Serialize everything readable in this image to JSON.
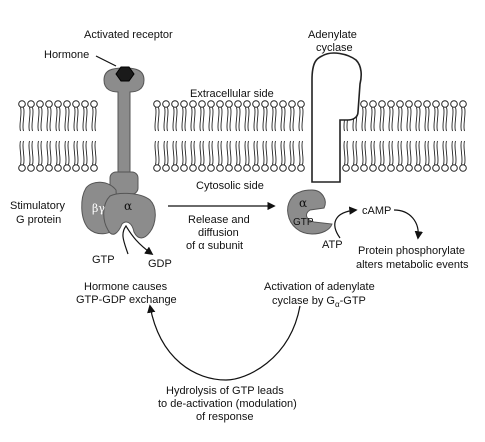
{
  "labels": {
    "activated_receptor": "Activated receptor",
    "hormone": "Hormone",
    "adenylate_cyclase_line1": "Adenylate",
    "adenylate_cyclase_line2": "cyclase",
    "extracellular_side": "Extracellular side",
    "cytosolic_side": "Cytosolic side",
    "stimulatory_g_protein_line1": "Stimulatory",
    "stimulatory_g_protein_line2": "G protein",
    "beta_gamma": "βγ",
    "alpha_on_g_protein": "α",
    "alpha_on_cyclase": "α",
    "gtp_on_cyclase": "GTP",
    "release_line1": "Release and",
    "release_line2": "diffusion",
    "release_line3": "of α subunit",
    "gtp_left": "GTP",
    "gdp_left": "GDP",
    "camp": "cAMP",
    "atp": "ATP",
    "protein_phos_line1": "Protein phosphorylate",
    "protein_phos_line2": "alters metabolic events",
    "hormone_causes_line1": "Hormone causes",
    "hormone_causes_line2": "GTP-GDP exchange",
    "activation_line1": "Activation of adenylate",
    "activation_line2_prefix": "cyclase by G",
    "activation_line2_sub": "α",
    "activation_line2_suffix": "-GTP",
    "hydrolysis_line1": "Hydrolysis of GTP leads",
    "hydrolysis_line2": "to de-activation (modulation)",
    "hydrolysis_line3": "of response"
  },
  "colors": {
    "protein_fill": "#8c8c8c",
    "protein_dark": "#6f6f6f",
    "hormone_fill": "#1a1a1a",
    "lipid_stroke": "#222222",
    "arrow": "#111111"
  }
}
